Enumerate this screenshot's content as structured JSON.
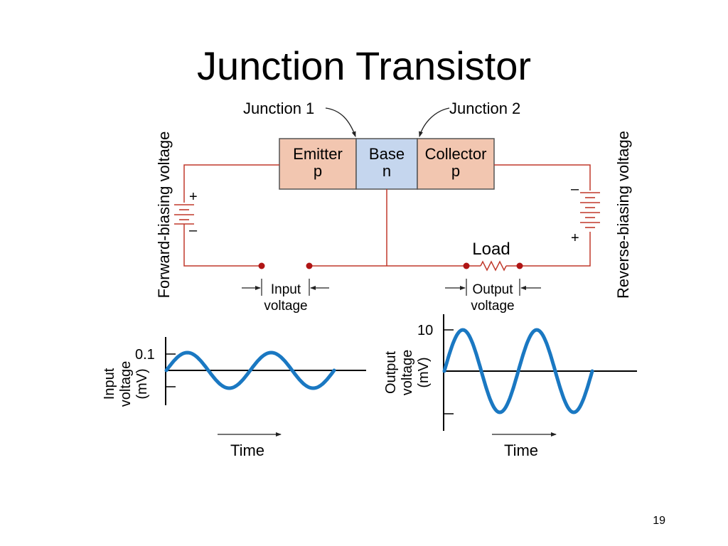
{
  "slide": {
    "title": "Junction Transistor",
    "page_number": "19"
  },
  "diagram": {
    "junction1_label": "Junction 1",
    "junction2_label": "Junction 2",
    "emitter": {
      "name": "Emitter",
      "type": "p"
    },
    "base": {
      "name": "Base",
      "type": "n"
    },
    "collector": {
      "name": "Collector",
      "type": "p"
    },
    "forward_bias_label": "Forward-biasing voltage",
    "reverse_bias_label": "Reverse-biasing voltage",
    "left_battery": {
      "plus": "+",
      "minus": "–"
    },
    "right_battery": {
      "plus": "+",
      "minus": "–"
    },
    "load_label": "Load",
    "input_label_line1": "Input",
    "input_label_line2": "voltage",
    "output_label_line1": "Output",
    "output_label_line2": "voltage"
  },
  "colors": {
    "emitter_collector_fill": "#f2c6b0",
    "base_fill": "#c5d6ee",
    "wire": "#c0392b",
    "terminal": "#b01515",
    "wave": "#1a78c2"
  },
  "input_graph": {
    "ylabel_lines": [
      "Input",
      "voltage",
      "(mV)"
    ],
    "tick_label": "0.1",
    "xlabel": "Time"
  },
  "output_graph": {
    "ylabel_lines": [
      "Output",
      "voltage",
      "(mV)"
    ],
    "tick_label": "10",
    "xlabel": "Time"
  }
}
